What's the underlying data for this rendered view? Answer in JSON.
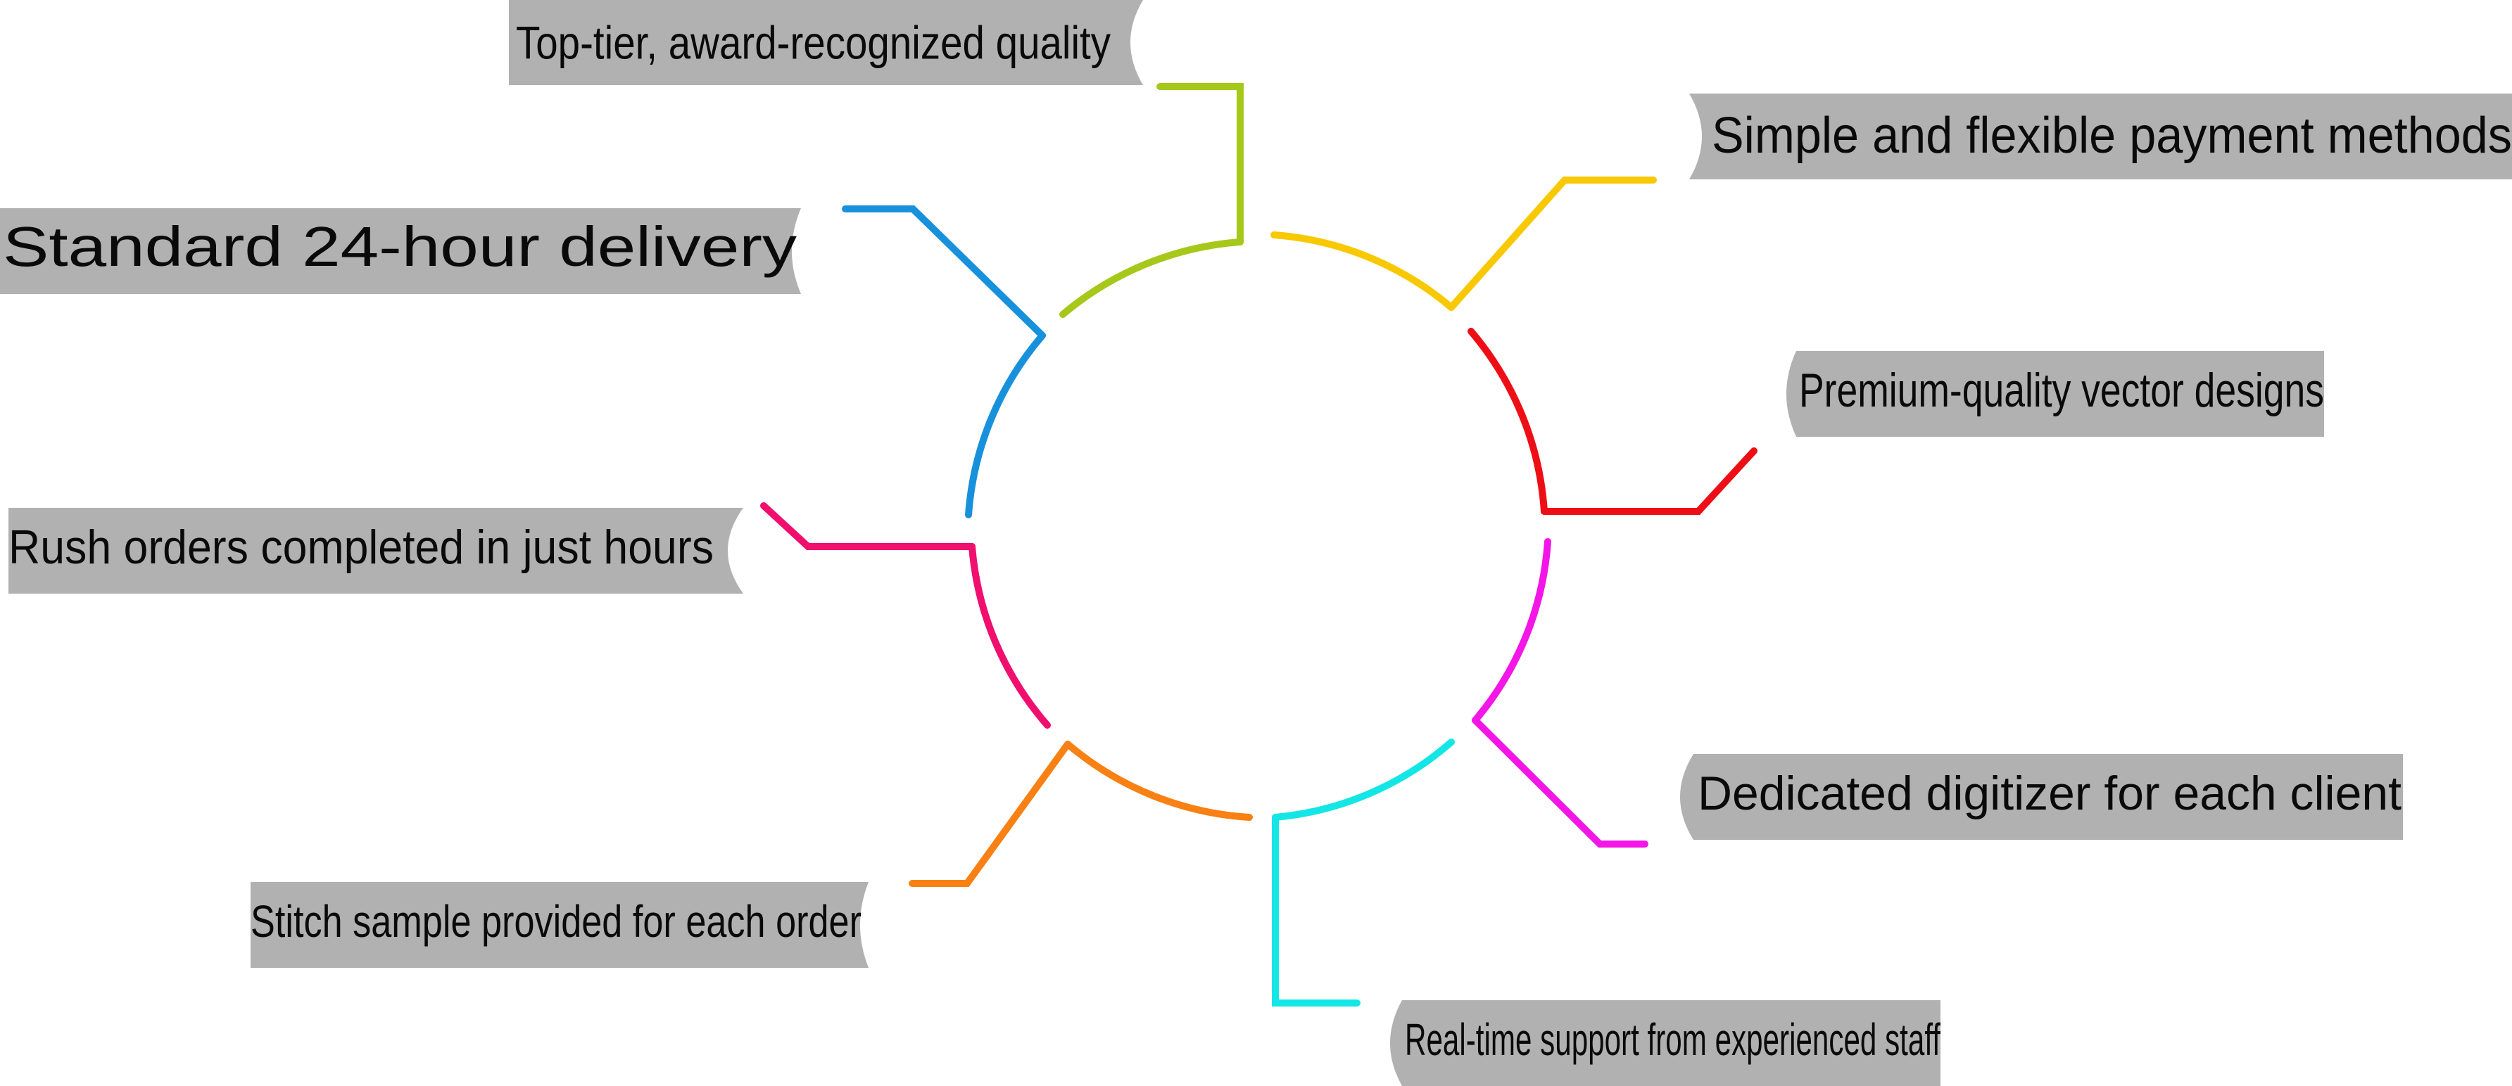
{
  "diagram": {
    "items": [
      {
        "label": "Top-tier, award-recognized quality",
        "color": "#a6c81a"
      },
      {
        "label": "Simple and flexible payment methods",
        "color": "#f8c800"
      },
      {
        "label": "Premium-quality vector designs",
        "color": "#ee0e16"
      },
      {
        "label": "Dedicated digitizer for each client",
        "color": "#f316e6"
      },
      {
        "label": "Real-time support from experienced staff",
        "color": "#14e6e6"
      },
      {
        "label": "Stitch sample provided for each order",
        "color": "#f98012"
      },
      {
        "label": "Rush orders completed in just hours",
        "color": "#f00f6e"
      },
      {
        "label": "Standard 24-hour delivery",
        "color": "#1891dc"
      }
    ]
  }
}
